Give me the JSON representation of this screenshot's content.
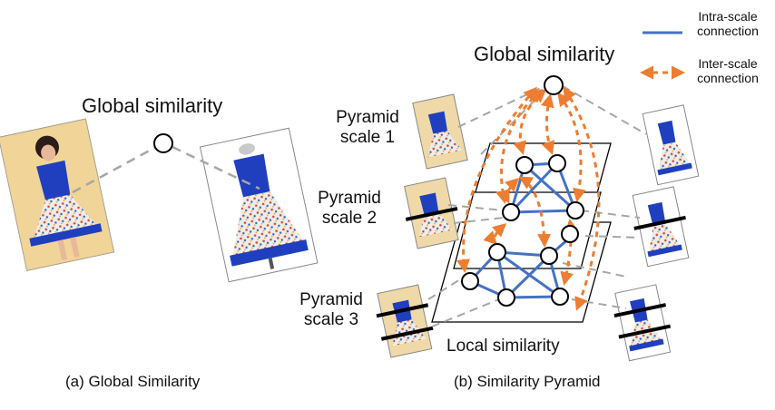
{
  "panel_a": {
    "title": "Global similarity",
    "caption": "(a) Global Similarity"
  },
  "panel_b": {
    "global_title": "Global similarity",
    "local_title": "Local similarity",
    "caption": "(b) Similarity Pyramid",
    "scales": [
      {
        "line1": "Pyramid",
        "line2": "scale 1"
      },
      {
        "line1": "Pyramid",
        "line2": "scale 2"
      },
      {
        "line1": "Pyramid",
        "line2": "scale 3"
      }
    ]
  },
  "legend": {
    "intra": {
      "line1": "Intra-scale",
      "line2": "connection"
    },
    "inter": {
      "line1": "Inter-scale",
      "line2": "connection"
    }
  },
  "colors": {
    "intra": "#4472c4",
    "inter": "#ed7d31",
    "dress_blue": "#1f3fbf",
    "guide_gray": "#a6a6a6"
  }
}
